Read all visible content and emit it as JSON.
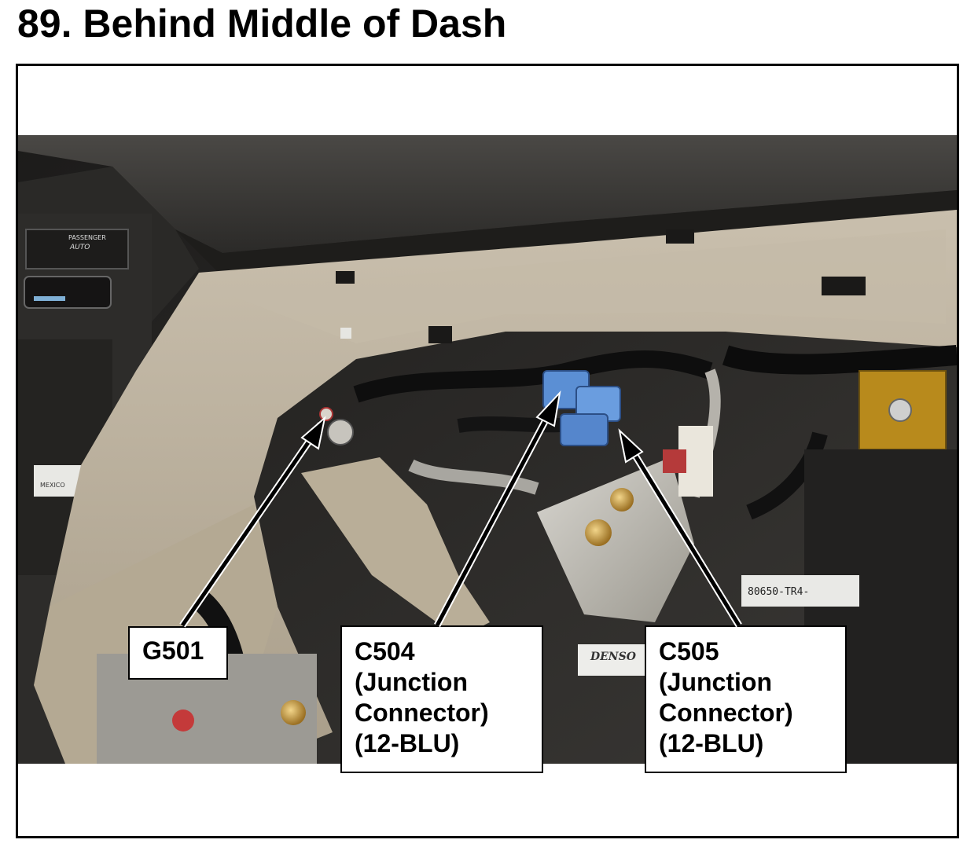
{
  "title": "89.  Behind Middle of Dash",
  "callouts": [
    {
      "id": "G501",
      "lines": [
        "G501"
      ]
    },
    {
      "id": "C504",
      "lines": [
        "C504",
        "(Junction",
        "Connector)",
        "(12-BLU)"
      ]
    },
    {
      "id": "C505",
      "lines": [
        "C505",
        "(Junction",
        "Connector)",
        "(12-BLU)"
      ]
    }
  ],
  "photo_text": {
    "passenger_label": "PASSENGER",
    "auto_label": "AUTO",
    "denso_label": "DENSO",
    "part_number": "80650-TR4-",
    "mexico_label": "MEXICO"
  },
  "colors": {
    "connector_blue": "#5b8fd4",
    "panel_beige": "#b9ad98",
    "arrow": "#000000"
  }
}
